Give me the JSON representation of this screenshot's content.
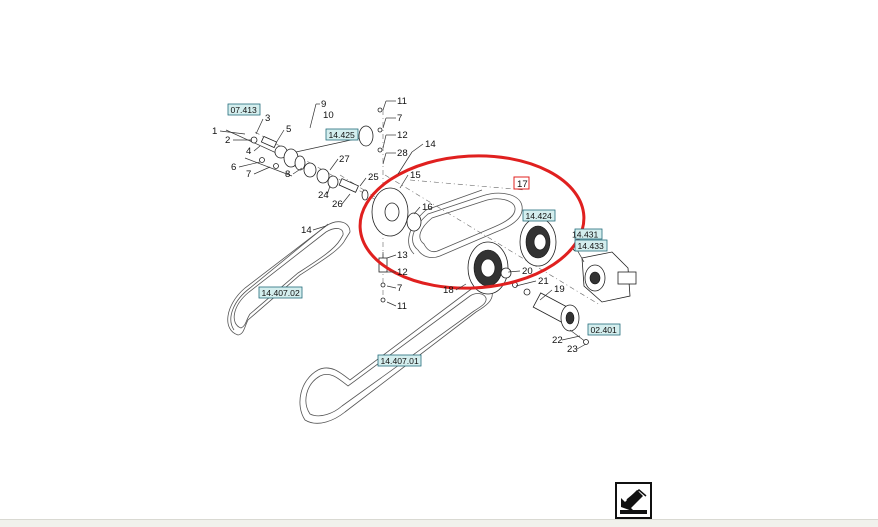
{
  "diagram": {
    "ref_tags": [
      {
        "id": "ref-07-413",
        "label": "07.413"
      },
      {
        "id": "ref-14-425",
        "label": "14.425"
      },
      {
        "id": "ref-14-424",
        "label": "14.424"
      },
      {
        "id": "ref-14-431",
        "label": "14.431"
      },
      {
        "id": "ref-14-433",
        "label": "14.433"
      },
      {
        "id": "ref-14-407-02",
        "label": "14.407.02"
      },
      {
        "id": "ref-14-407-01",
        "label": "14.407.01"
      },
      {
        "id": "ref-02-401",
        "label": "02.401"
      }
    ],
    "highlight_callout": "17",
    "callouts": [
      "1",
      "2",
      "3",
      "4",
      "5",
      "6",
      "7",
      "8",
      "9",
      "10",
      "11",
      "7",
      "12",
      "28",
      "14",
      "27",
      "25",
      "15",
      "24",
      "26",
      "16",
      "14",
      "13",
      "12",
      "7",
      "11",
      "18",
      "20",
      "21",
      "19",
      "22",
      "23"
    ],
    "highlight_color": "#e0201f"
  },
  "nav": {
    "icon": "return-arrow-icon"
  }
}
